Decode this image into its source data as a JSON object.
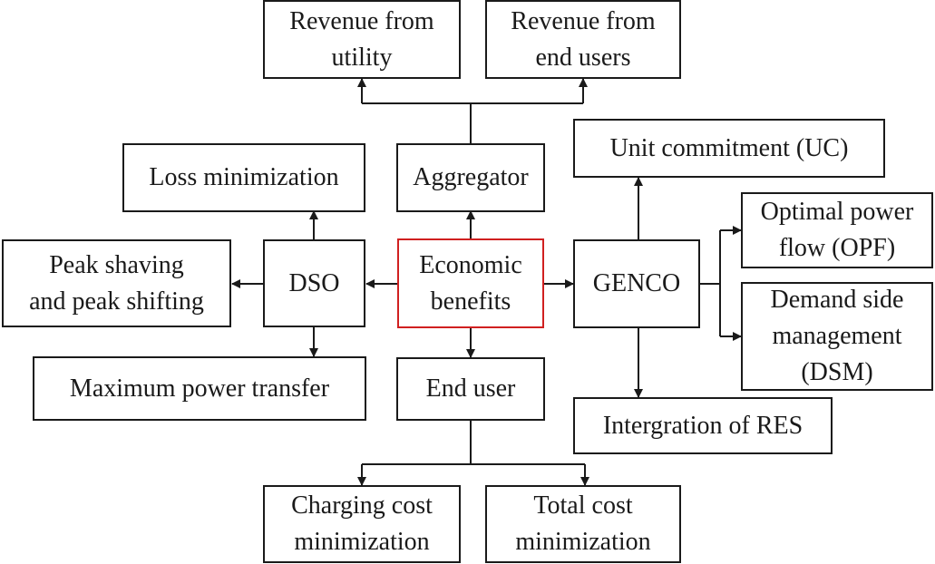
{
  "center": {
    "lines": [
      "Economic",
      "benefits"
    ],
    "border_color": "#d02020"
  },
  "aggregator": {
    "label": "Aggregator",
    "outputs": [
      {
        "lines": [
          "Revenue from",
          "utility"
        ]
      },
      {
        "lines": [
          "Revenue from",
          "end users"
        ]
      }
    ]
  },
  "dso": {
    "label": "DSO",
    "outputs": [
      {
        "lines": [
          "Loss minimization"
        ]
      },
      {
        "lines": [
          "Peak shaving",
          "and peak shifting"
        ]
      },
      {
        "lines": [
          "Maximum power transfer"
        ]
      }
    ]
  },
  "end_user": {
    "label": "End user",
    "outputs": [
      {
        "lines": [
          "Charging cost",
          "minimization"
        ]
      },
      {
        "lines": [
          "Total cost",
          "minimization"
        ]
      }
    ]
  },
  "genco": {
    "label": "GENCO",
    "outputs": [
      {
        "lines": [
          "Unit commitment (UC)"
        ]
      },
      {
        "lines": [
          "Optimal power",
          "flow (OPF)"
        ]
      },
      {
        "lines": [
          "Demand side",
          "management",
          "(DSM)"
        ]
      },
      {
        "lines": [
          "Intergration of RES"
        ]
      }
    ]
  }
}
